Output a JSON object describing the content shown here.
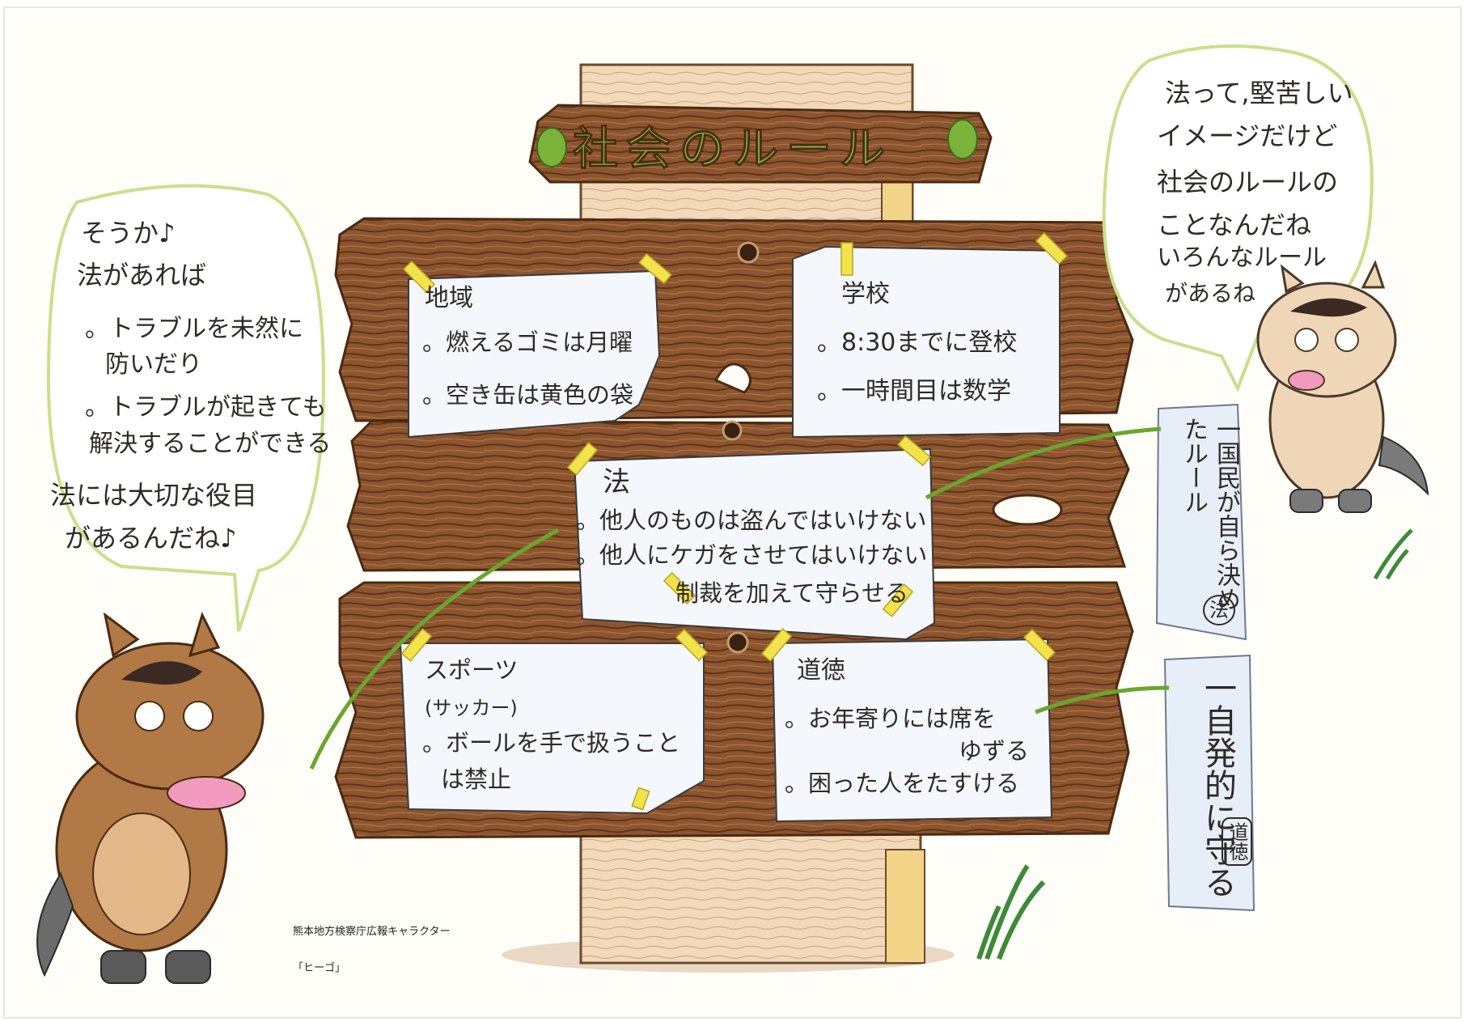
{
  "colors": {
    "wood_dark": "#7a4a25",
    "wood_mid": "#9c6234",
    "wood_light": "#e8c7a2",
    "post": "#efd7b8",
    "tape": "#f2e24b",
    "paper": "#f4f8fc",
    "bubble_border": "#c8e08a",
    "title_green": "#7bb23a",
    "horse": "#b17946"
  },
  "sign": {
    "title": "社会のルール"
  },
  "notes": {
    "chiiki": {
      "title": "地域",
      "lines": [
        "。燃えるゴミは月曜",
        "。空き缶は黄色の袋"
      ]
    },
    "gakko": {
      "title": "学校",
      "lines": [
        "。8:30までに登校",
        "。一時間目は数学"
      ]
    },
    "ho": {
      "title": "法",
      "lines": [
        "。他人のものは盗んではいけない",
        "。他人にケガをさせてはいけない"
      ],
      "sub": "制裁を加えて守らせる"
    },
    "sports": {
      "title": "スポーツ",
      "sub": "(サッカー)",
      "lines": [
        "。ボールを手で扱うこと",
        "は禁止"
      ]
    },
    "dotoku": {
      "title": "道徳",
      "lines": [
        "。お年寄りには席を",
        "ゆずる",
        "。困った人をたすける"
      ]
    }
  },
  "banners": {
    "ho_banner": {
      "text": "一国民が自ら決めたルール",
      "tag": "法"
    },
    "dotoku_banner": {
      "text": "一自発的に守る",
      "tag": "道徳"
    }
  },
  "bubble_left": {
    "lines": [
      "そうか♪",
      "法があれば",
      "。トラブルを未然に",
      "防いだり",
      "。トラブルが起きても",
      "解決することができる",
      "法には大切な役目",
      "があるんだね♪"
    ]
  },
  "bubble_right": {
    "lines": [
      "法って,堅苦しい",
      "イメージだけど",
      "社会のルールの",
      "ことなんだね",
      "いろんなルール",
      "があるね"
    ]
  },
  "caption": {
    "line1": "熊本地方検察庁広報キャラクター",
    "line2": "「ヒーゴ」"
  },
  "icons": {
    "leaf_left": "leaf-icon",
    "leaf_right": "leaf-icon",
    "screw": "screw-icon"
  }
}
